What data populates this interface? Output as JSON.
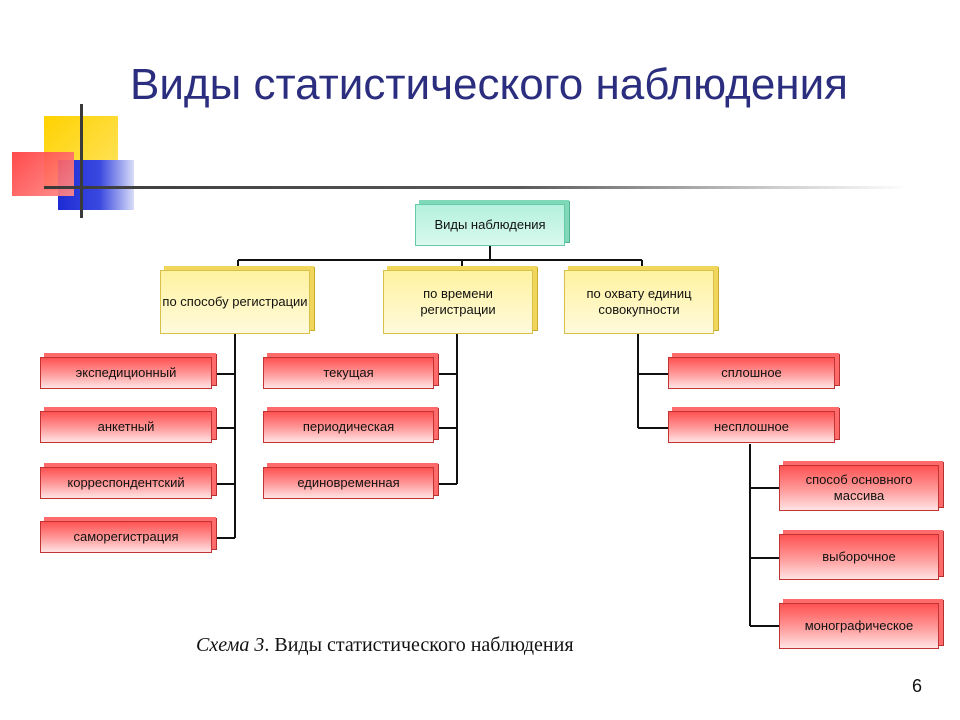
{
  "title": "Виды статистического наблюдения",
  "root": "Виды наблюдения",
  "categories": [
    "по способу регистрации",
    "по времени регистрации",
    "по охвату единиц совокупности"
  ],
  "registration_types": [
    "экспедиционный",
    "анкетный",
    "корреспондентский",
    "саморегистрация"
  ],
  "time_types": [
    "текущая",
    "периодическая",
    "единовременная"
  ],
  "coverage_types": [
    "сплошное",
    "несплошное"
  ],
  "partial_types": [
    "способ основного массива",
    "выборочное",
    "монографическое"
  ],
  "caption": {
    "label": "Схема 3",
    "text": ". Виды статистического наблюдения"
  },
  "page_number": "6",
  "colors": {
    "title": "#2b2d7e",
    "root_box": "#b4f1dd",
    "category_box": "#fff2a0",
    "leaf_box": "#ff5252",
    "connector": "#111111"
  }
}
